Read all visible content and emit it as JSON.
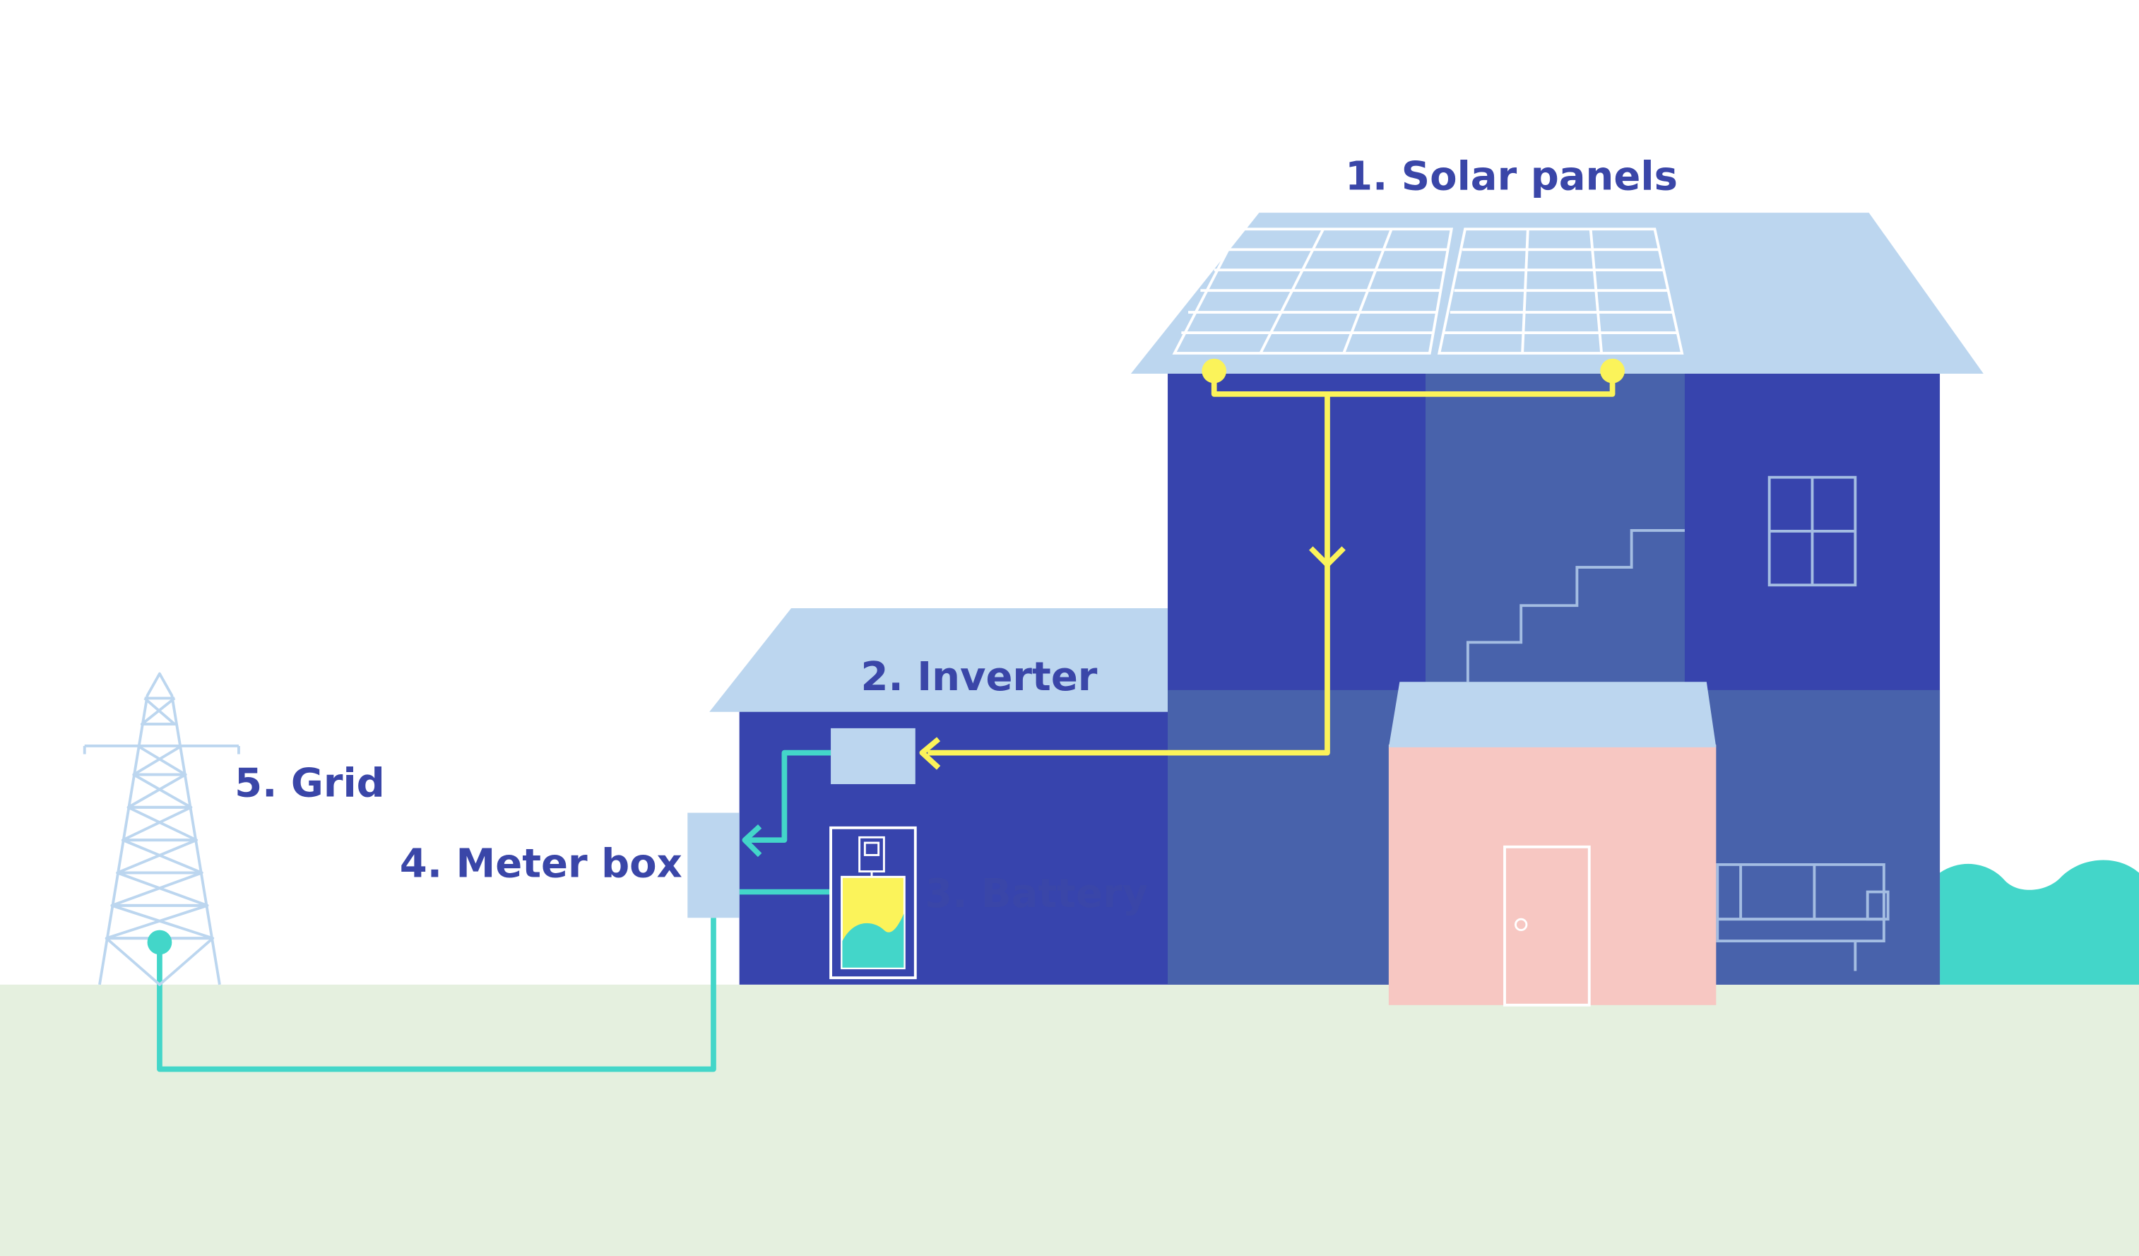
{
  "labels": {
    "solar_panels": "1. Solar panels",
    "inverter": "2. Inverter",
    "battery": "3. Battery",
    "meter_box": "4. Meter box",
    "grid": "5. Grid"
  },
  "colors": {
    "background": "#ffffff",
    "ground": "#e5f0df",
    "house_dark": "#3744ad",
    "house_mid": "#4862ab",
    "roof": "#bcd6ef",
    "porch": "#f7c7c2",
    "solar_flow": "#fbf35a",
    "grid_flow": "#43d6c9",
    "label": "#3a46a8",
    "pylon": "#bcd6ef"
  },
  "icons": {
    "solar_panels": "solar-panel-icon",
    "inverter": "inverter-box-icon",
    "battery": "battery-icon",
    "meter_box": "meter-box-icon",
    "grid": "power-pylon-icon"
  },
  "battery_charge": 0.72
}
